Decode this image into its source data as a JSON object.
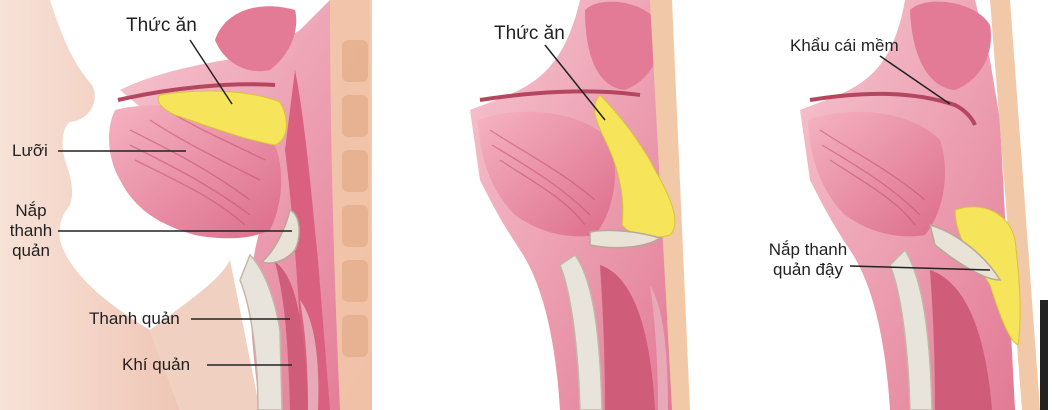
{
  "panel1": {
    "food": "Thức ăn",
    "tongue": "Lưỡi",
    "epiglottis_line1": "Nắp",
    "epiglottis_line2": "thanh",
    "epiglottis_line3": "quản",
    "larynx": "Thanh quản",
    "trachea": "Khí quản"
  },
  "panel2": {
    "food": "Thức ăn"
  },
  "panel3": {
    "soft_palate": "Khẩu cái mềm",
    "epiglottis_closed_line1": "Nắp thanh",
    "epiglottis_closed_line2": "quản đậy"
  },
  "colors": {
    "tissue_pink": "#e8809a",
    "tissue_light": "#f3b7c3",
    "skin": "#f2d3c4",
    "food_yellow": "#f6e45a",
    "bone": "#d8d2c8",
    "line": "#222222"
  }
}
